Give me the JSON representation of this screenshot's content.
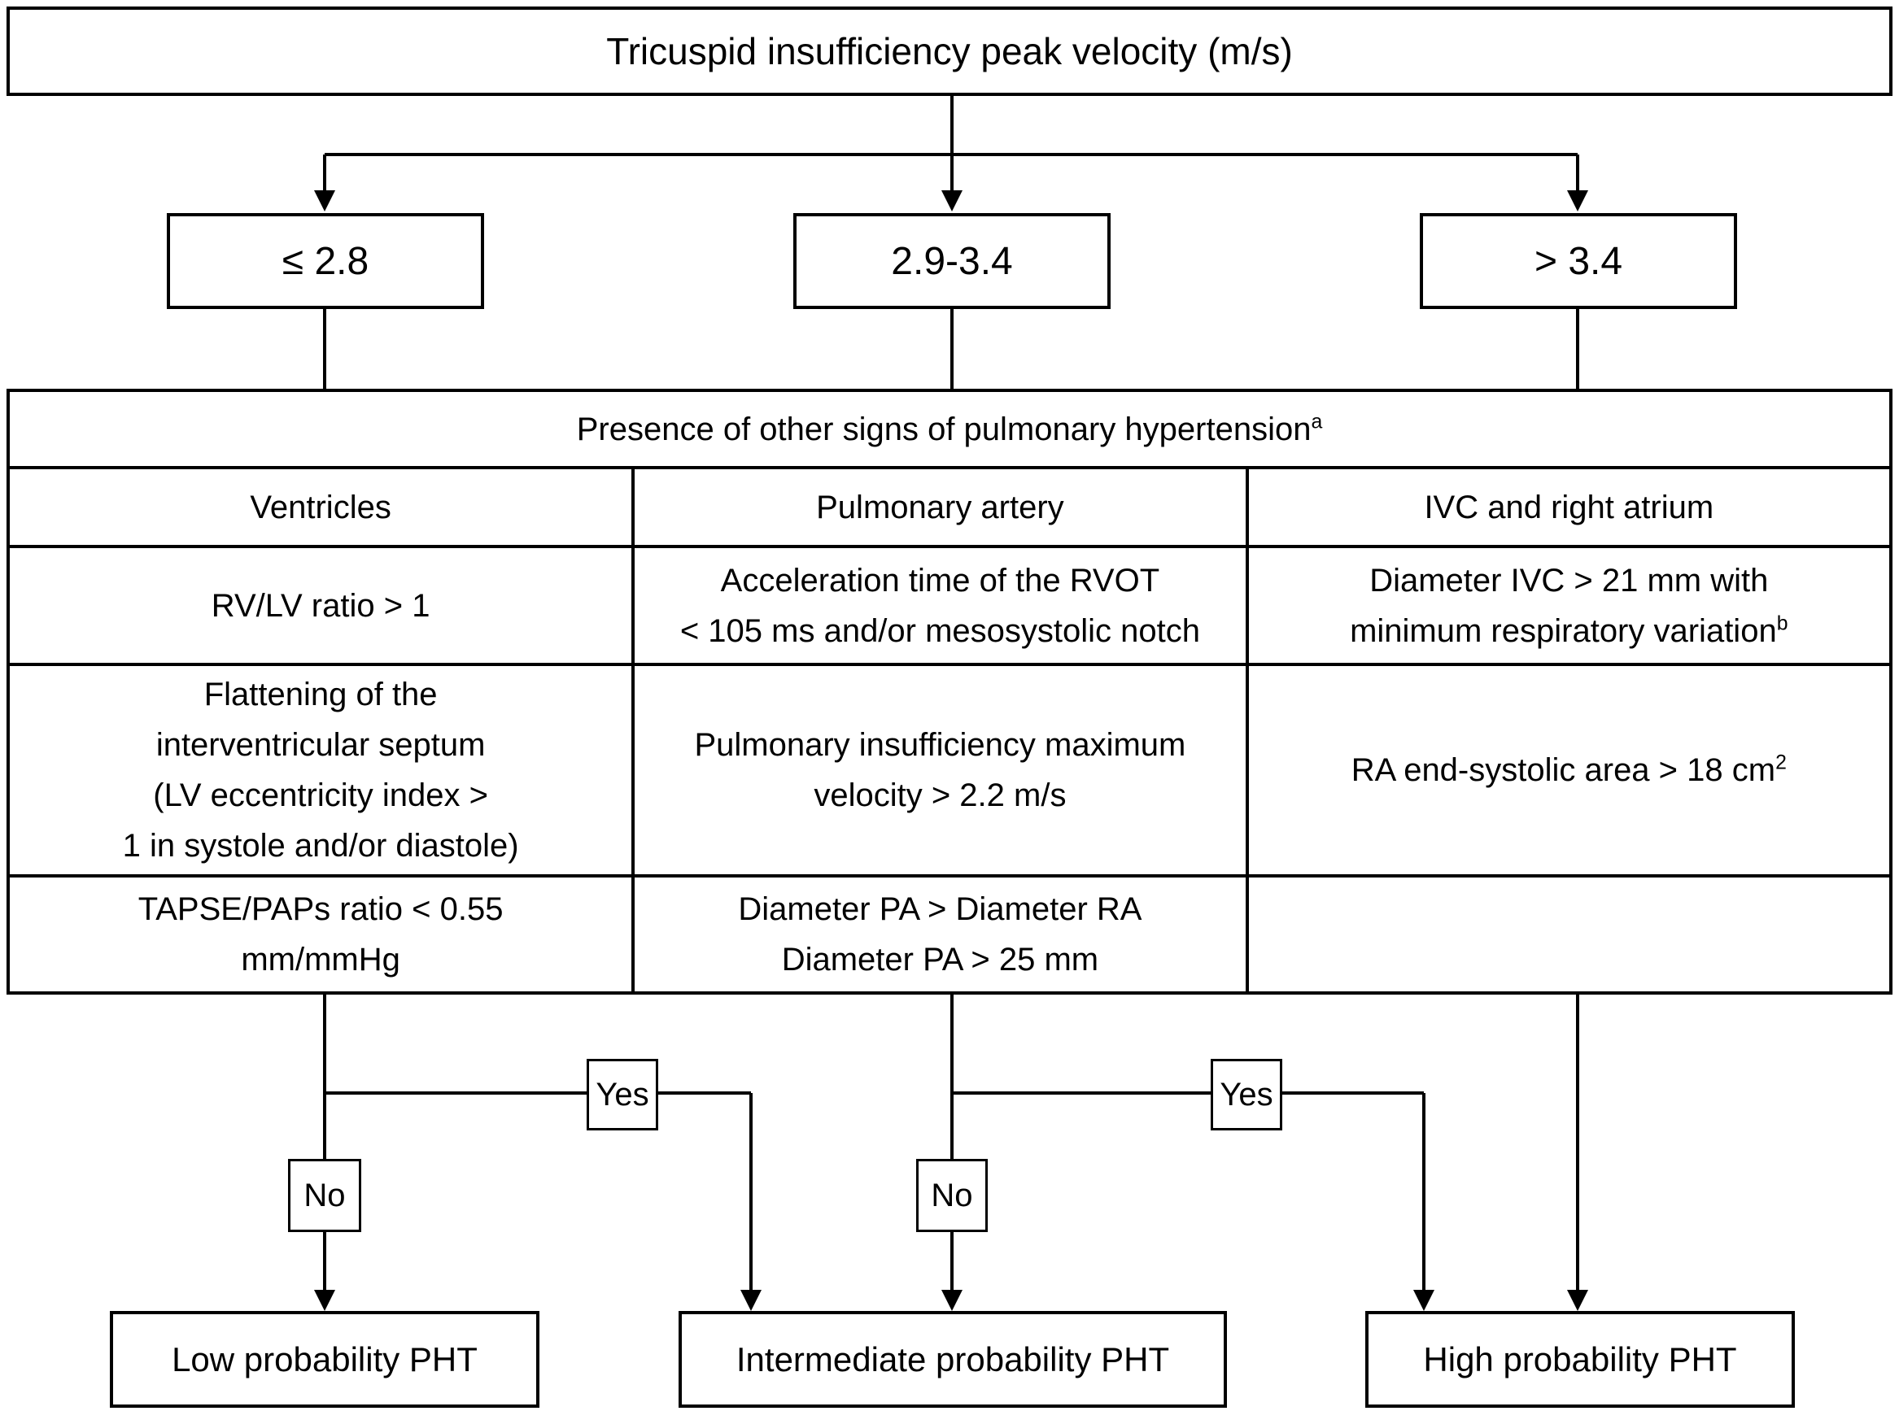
{
  "flowchart": {
    "root": {
      "label": "Tricuspid insufficiency peak velocity (m/s)"
    },
    "velocity_branches": [
      {
        "label": "≤ 2.8"
      },
      {
        "label": "2.9-3.4"
      },
      {
        "label": "> 3.4"
      }
    ],
    "signs_table": {
      "title": {
        "text": "Presence of other signs of pulmonary hypertension",
        "superscript": "a"
      },
      "columns": [
        "Ventricles",
        "Pulmonary artery",
        "IVC and right atrium"
      ],
      "rows": [
        {
          "ventricles": {
            "lines": [
              "RV/LV ratio > 1"
            ]
          },
          "pulmonary_artery": {
            "lines": [
              "Acceleration time of the RVOT",
              "< 105 ms and/or mesosystolic notch"
            ]
          },
          "ivc_right_atrium": {
            "lines": [
              "Diameter IVC > 21 mm with",
              "minimum respiratory variation"
            ],
            "superscript": "b"
          }
        },
        {
          "ventricles": {
            "lines": [
              "Flattening of the",
              "interventricular septum",
              "(LV eccentricity index >",
              "1 in systole and/or diastole)"
            ]
          },
          "pulmonary_artery": {
            "lines": [
              "Pulmonary insufficiency maximum",
              "velocity > 2.2 m/s"
            ]
          },
          "ivc_right_atrium": {
            "lines": [
              "RA end-systolic area > 18 cm"
            ],
            "superscript": "2"
          }
        },
        {
          "ventricles": {
            "lines": [
              "TAPSE/PAPs ratio < 0.55",
              "mm/mmHg"
            ]
          },
          "pulmonary_artery": {
            "lines": [
              "Diameter PA > Diameter RA",
              "Diameter PA > 25 mm"
            ]
          },
          "ivc_right_atrium": {
            "lines": [
              ""
            ]
          }
        }
      ]
    },
    "decisions": [
      {
        "label": "Yes"
      },
      {
        "label": "No"
      },
      {
        "label": "Yes"
      },
      {
        "label": "No"
      }
    ],
    "outcomes": [
      {
        "label": "Low probability PHT"
      },
      {
        "label": "Intermediate probability PHT"
      },
      {
        "label": "High probability PHT"
      }
    ]
  }
}
